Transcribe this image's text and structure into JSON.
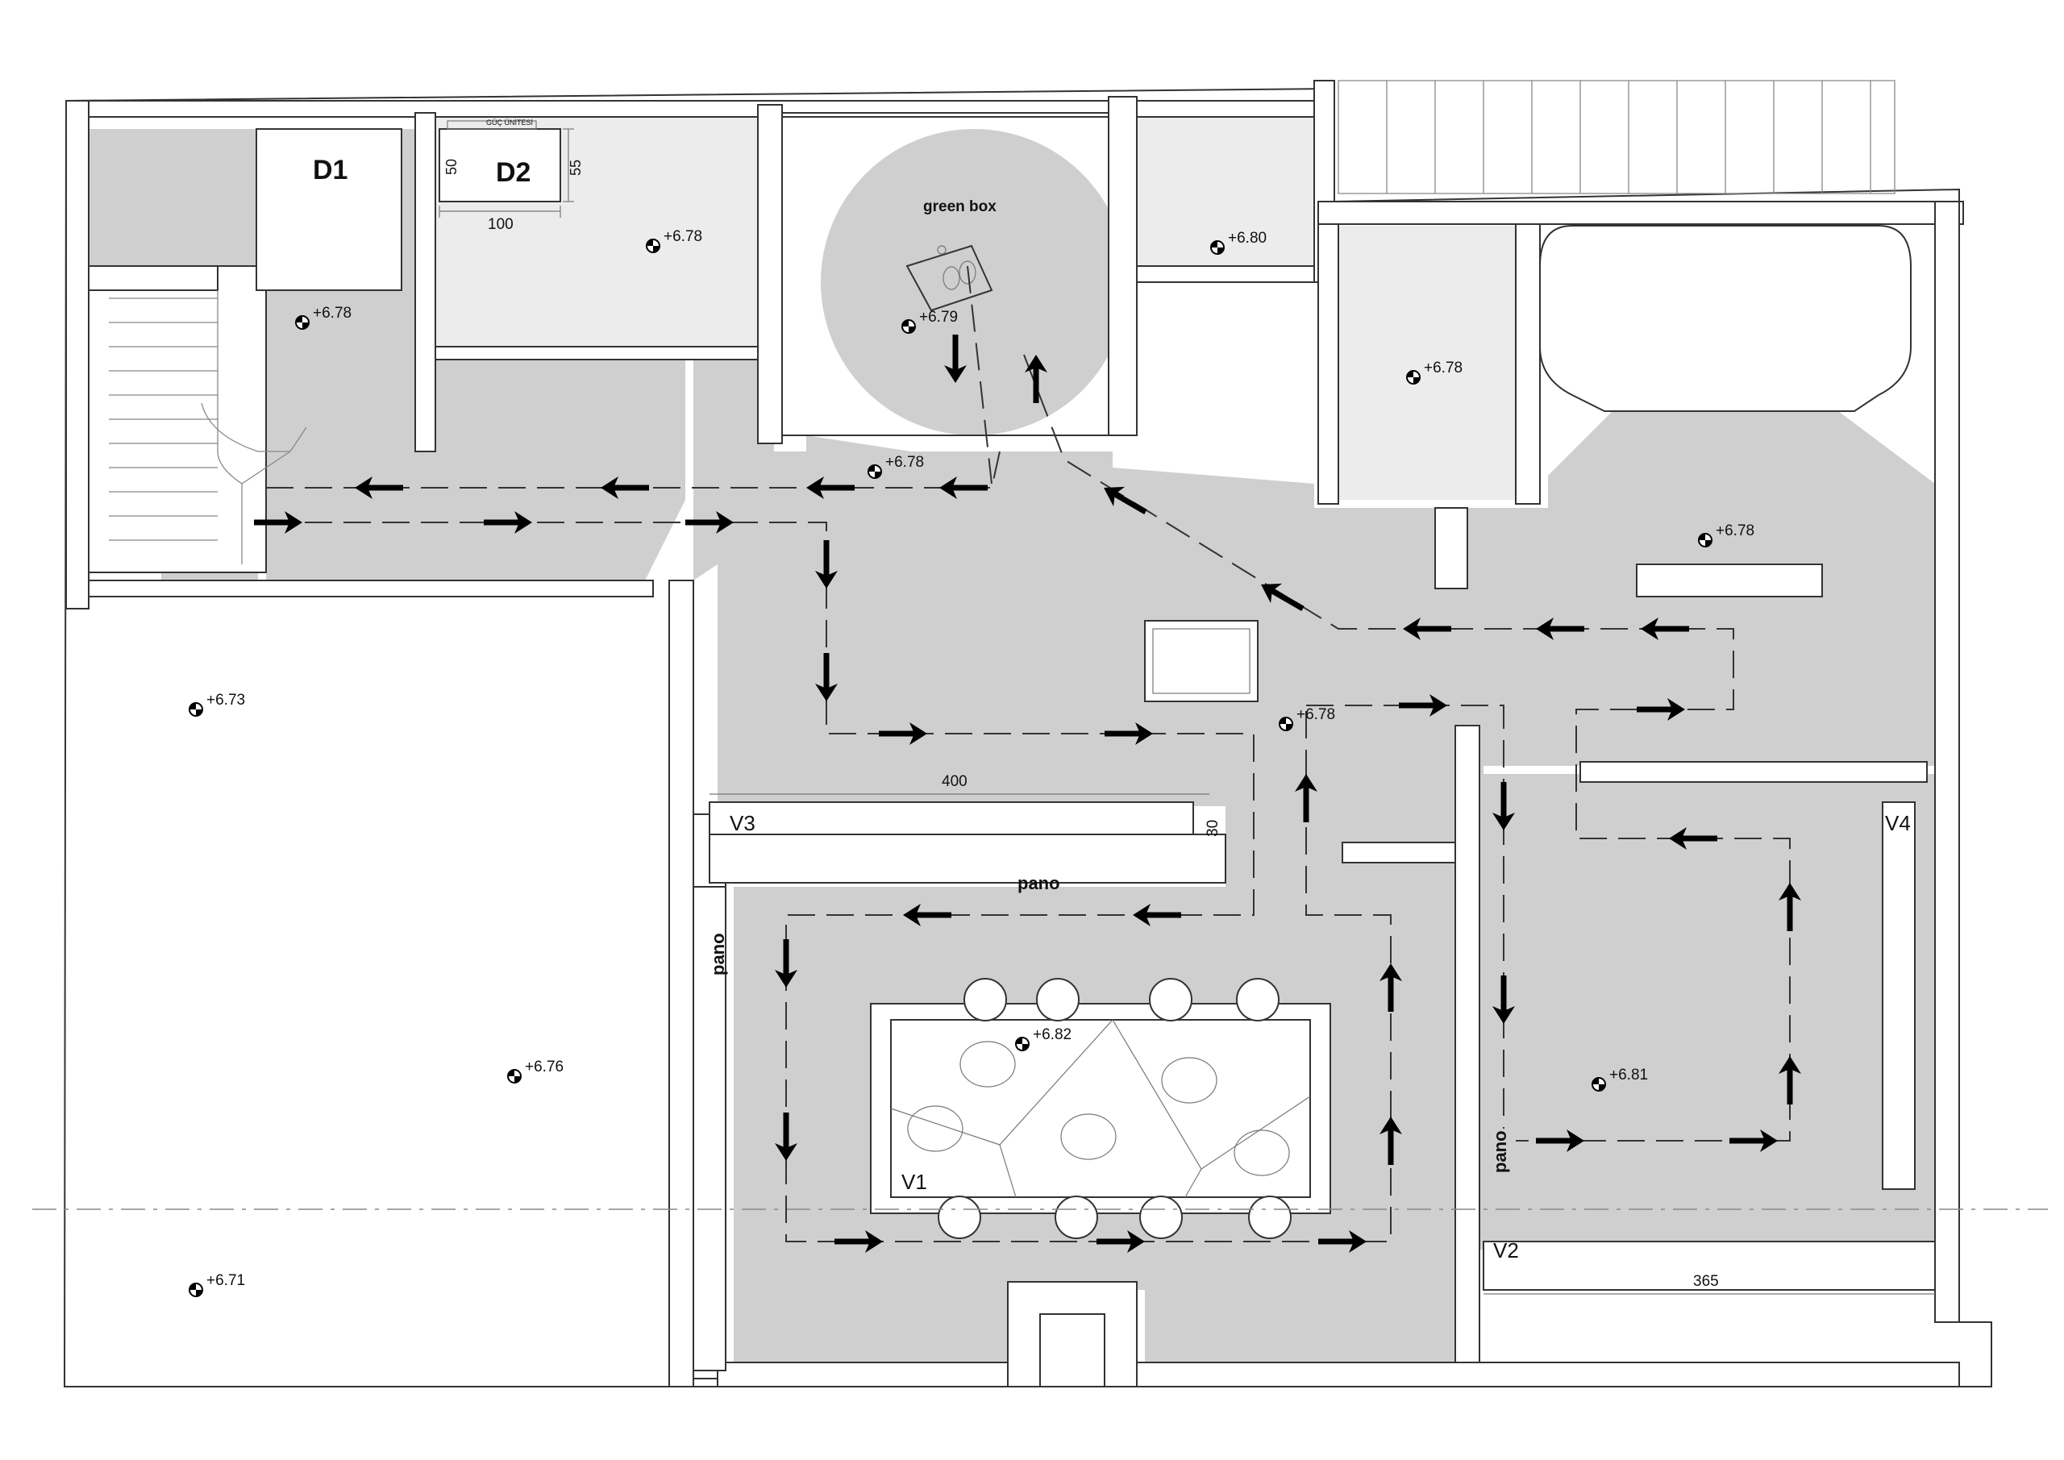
{
  "rooms": {
    "d1": "D1",
    "d2": "D2",
    "green_box": "green box",
    "guc_unitesi": "GÜÇ ÜNİTESİ"
  },
  "dimensions": {
    "d2_width": "100",
    "d2_depth_left": "50",
    "d2_depth_right": "55",
    "v3_length": "400",
    "v3_depth": "30",
    "v2_length": "365"
  },
  "vitrines": {
    "v1": "V1",
    "v2": "V2",
    "v3": "V3",
    "v4": "V4"
  },
  "panels": {
    "top": "pano",
    "left": "pano",
    "right": "pano"
  },
  "elevations": [
    "+6.78",
    "+6.78",
    "+6.80",
    "+6.79",
    "+6.78",
    "+6.78",
    "+6.78",
    "+6.73",
    "+6.78",
    "+6.76",
    "+6.82",
    "+6.81",
    "+6.71"
  ],
  "colors": {
    "floor": "#cfcfcf",
    "room_light": "#ececec",
    "wall_line": "#333333",
    "arrow": "#000000"
  }
}
